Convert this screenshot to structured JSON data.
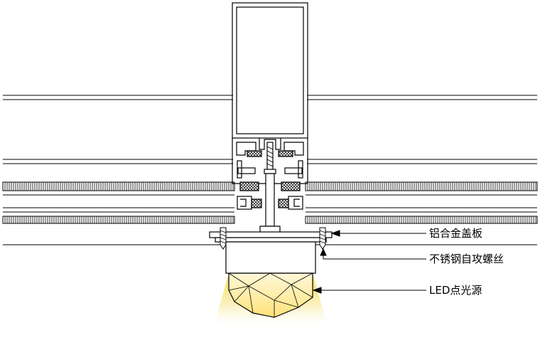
{
  "labels": {
    "cover_plate": "铝合金盖板",
    "screw": "不锈钢自攻螺丝",
    "led": "LED点光源"
  },
  "colors": {
    "line": "#000000",
    "glow": "#f5e06a",
    "led_yellow": "#ffe680"
  }
}
